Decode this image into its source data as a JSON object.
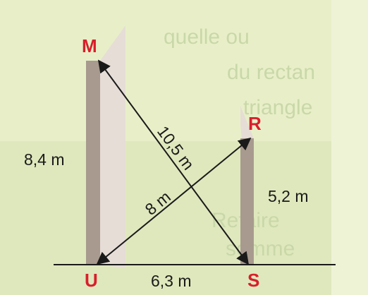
{
  "points": {
    "M": "M",
    "R": "R",
    "U": "U",
    "S": "S"
  },
  "lengths": {
    "MU": "8,4 m",
    "RS": "5,2 m",
    "US": "6,3 m",
    "MS": "10,5 m",
    "UR": "8 m"
  },
  "background_text": [
    "quelle ou",
    "du rectan",
    "triangle",
    "Refaire",
    "somme"
  ],
  "colors": {
    "background": "#e8efc8",
    "pole_front": "#a89a8e",
    "pole_side": "#e6ddd6",
    "point_label": "#d91e2b",
    "line": "#1a1a1a"
  }
}
